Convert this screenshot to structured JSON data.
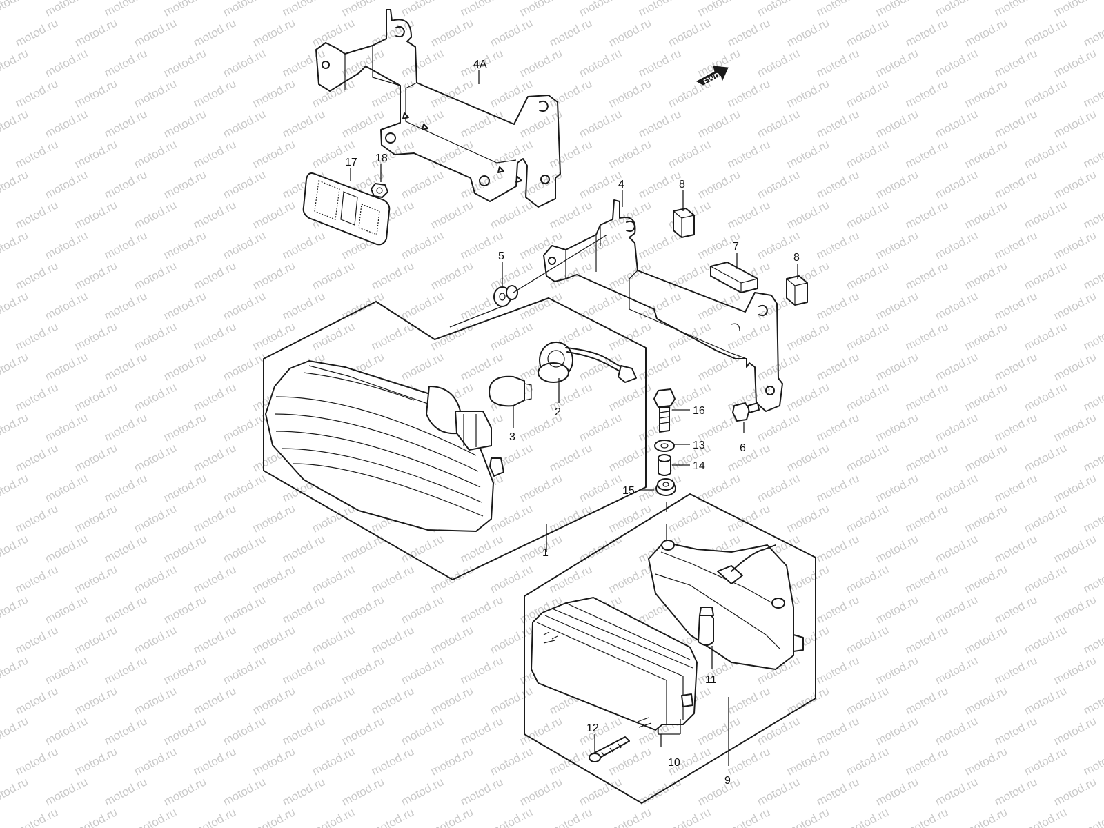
{
  "watermark": "motod.ru",
  "fwd_label": "FWD",
  "callouts": [
    {
      "id": "4A",
      "label": "4A"
    },
    {
      "id": "17",
      "label": "17"
    },
    {
      "id": "18",
      "label": "18"
    },
    {
      "id": "4",
      "label": "4"
    },
    {
      "id": "8a",
      "label": "8"
    },
    {
      "id": "7",
      "label": "7"
    },
    {
      "id": "8b",
      "label": "8"
    },
    {
      "id": "5",
      "label": "5"
    },
    {
      "id": "2",
      "label": "2"
    },
    {
      "id": "3",
      "label": "3"
    },
    {
      "id": "16",
      "label": "16"
    },
    {
      "id": "6",
      "label": "6"
    },
    {
      "id": "13",
      "label": "13"
    },
    {
      "id": "14",
      "label": "14"
    },
    {
      "id": "15",
      "label": "15"
    },
    {
      "id": "1",
      "label": "1"
    },
    {
      "id": "11",
      "label": "11"
    },
    {
      "id": "12",
      "label": "12"
    },
    {
      "id": "10",
      "label": "10"
    },
    {
      "id": "9",
      "label": "9"
    }
  ]
}
